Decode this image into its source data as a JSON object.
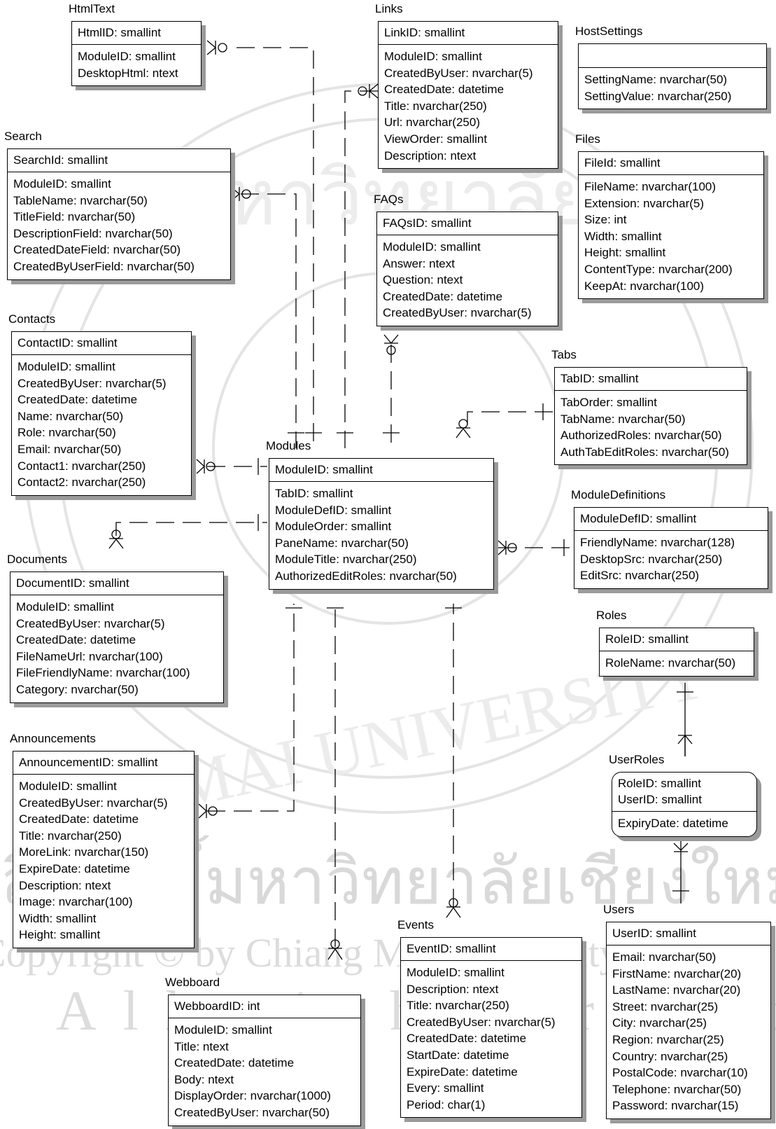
{
  "entities": {
    "htmltext": {
      "name": "HtmlText",
      "pk": [
        "HtmlID: smallint"
      ],
      "attrs": [
        "ModuleID: smallint",
        "DesktopHtml: ntext"
      ]
    },
    "links": {
      "name": "Links",
      "pk": [
        "LinkID: smallint"
      ],
      "attrs": [
        "ModuleID: smallint",
        "CreatedByUser: nvarchar(5)",
        "CreatedDate: datetime",
        "Title: nvarchar(250)",
        "Url: nvarchar(250)",
        "ViewOrder: smallint",
        "Description: ntext"
      ]
    },
    "hostsettings": {
      "name": "HostSettings",
      "pk": [],
      "attrs": [
        "SettingName: nvarchar(50)",
        "SettingValue: nvarchar(250)"
      ]
    },
    "search": {
      "name": "Search",
      "pk": [
        "SearchId: smallint"
      ],
      "attrs": [
        "ModuleID: smallint",
        "TableName: nvarchar(50)",
        "TitleField: nvarchar(50)",
        "DescriptionField: nvarchar(50)",
        "CreatedDateField: nvarchar(50)",
        "CreatedByUserField: nvarchar(50)"
      ]
    },
    "files": {
      "name": "Files",
      "pk": [
        "FileId: smallint"
      ],
      "attrs": [
        "FileName: nvarchar(100)",
        "Extension: nvarchar(5)",
        "Size: int",
        "Width: smallint",
        "Height: smallint",
        "ContentType: nvarchar(200)",
        "KeepAt: nvarchar(100)"
      ]
    },
    "faqs": {
      "name": "FAQs",
      "pk": [
        "FAQsID: smallint"
      ],
      "attrs": [
        "ModuleID: smallint",
        "Answer: ntext",
        "Question: ntext",
        "CreatedDate: datetime",
        "CreatedByUser: nvarchar(5)"
      ]
    },
    "contacts": {
      "name": "Contacts",
      "pk": [
        "ContactID: smallint"
      ],
      "attrs": [
        "ModuleID: smallint",
        "CreatedByUser: nvarchar(5)",
        "CreatedDate: datetime",
        "Name: nvarchar(50)",
        "Role: nvarchar(50)",
        "Email: nvarchar(50)",
        "Contact1: nvarchar(250)",
        "Contact2: nvarchar(250)"
      ]
    },
    "tabs": {
      "name": "Tabs",
      "pk": [
        "TabID: smallint"
      ],
      "attrs": [
        "TabOrder: smallint",
        "TabName: nvarchar(50)",
        "AuthorizedRoles: nvarchar(50)",
        "AuthTabEditRoles: nvarchar(50)"
      ]
    },
    "modules": {
      "name": "Modules",
      "pk": [
        "ModuleID: smallint"
      ],
      "attrs": [
        "TabID: smallint",
        "ModuleDefID: smallint",
        "ModuleOrder: smallint",
        "PaneName: nvarchar(50)",
        "ModuleTitle: nvarchar(250)",
        "AuthorizedEditRoles: nvarchar(50)"
      ]
    },
    "moduledefinitions": {
      "name": "ModuleDefinitions",
      "pk": [
        "ModuleDefID: smallint"
      ],
      "attrs": [
        "FriendlyName: nvarchar(128)",
        "DesktopSrc: nvarchar(250)",
        "EditSrc: nvarchar(250)"
      ]
    },
    "documents": {
      "name": "Documents",
      "pk": [
        "DocumentID: smallint"
      ],
      "attrs": [
        "ModuleID: smallint",
        "CreatedByUser: nvarchar(5)",
        "CreatedDate: datetime",
        "FileNameUrl: nvarchar(100)",
        "FileFriendlyName: nvarchar(100)",
        "Category: nvarchar(50)"
      ]
    },
    "roles": {
      "name": "Roles",
      "pk": [
        "RoleID: smallint"
      ],
      "attrs": [
        "RoleName: nvarchar(50)"
      ]
    },
    "announcements": {
      "name": "Announcements",
      "pk": [
        "AnnouncementID: smallint"
      ],
      "attrs": [
        "ModuleID: smallint",
        "CreatedByUser: nvarchar(5)",
        "CreatedDate: datetime",
        "Title: nvarchar(250)",
        "MoreLink: nvarchar(150)",
        "ExpireDate: datetime",
        "Description: ntext",
        "Image: nvarchar(100)",
        "Width: smallint",
        "Height: smallint"
      ]
    },
    "userroles": {
      "name": "UserRoles",
      "pk": [
        "RoleID: smallint",
        "UserID: smallint"
      ],
      "attrs": [
        "ExpiryDate: datetime"
      ]
    },
    "users": {
      "name": "Users",
      "pk": [
        "UserID: smallint"
      ],
      "attrs": [
        "Email: nvarchar(50)",
        "FirstName: nvarchar(20)",
        "LastName: nvarchar(20)",
        "Street: nvarchar(25)",
        "City: nvarchar(25)",
        "Region: nvarchar(25)",
        "Country: nvarchar(25)",
        "PostalCode: nvarchar(10)",
        "Telephone: nvarchar(50)",
        "Password: nvarchar(15)"
      ]
    },
    "events": {
      "name": "Events",
      "pk": [
        "EventID: smallint"
      ],
      "attrs": [
        "ModuleID: smallint",
        "Description: ntext",
        "Title: nvarchar(250)",
        "CreatedByUser: nvarchar(5)",
        "CreatedDate: datetime",
        "StartDate: datetime",
        "ExpireDate: datetime",
        "Every: smallint",
        "Period: char(1)"
      ]
    },
    "webboard": {
      "name": "Webboard",
      "pk": [
        "WebboardID: int"
      ],
      "attrs": [
        "ModuleID: smallint",
        "Title: ntext",
        "CreatedDate: datetime",
        "Body: ntext",
        "DisplayOrder: nvarchar(1000)",
        "CreatedByUser: nvarchar(50)"
      ]
    }
  },
  "watermark": {
    "thai_top": "มหาวิทยาลัย",
    "english_arc": "MAI UNIVERSITY",
    "thai_bottom": "ลิขสิทธิ์มหาวิทยาลัยเชียงใหม่",
    "copyright": "Copyright © by Chiang Mai University",
    "rights": "All rights reserved"
  }
}
